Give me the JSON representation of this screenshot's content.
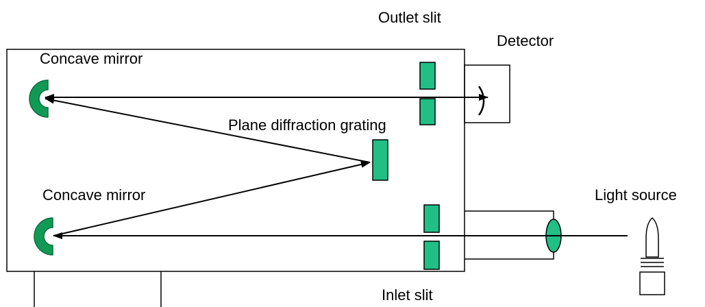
{
  "labels": {
    "outlet_slit": "Outlet slit",
    "detector": "Detector",
    "concave_mirror_top": "Concave mirror",
    "plane_grating": "Plane diffraction grating",
    "concave_mirror_bottom": "Concave mirror",
    "light_source": "Light source",
    "inlet_slit": "Inlet slit"
  },
  "colors": {
    "component_fill": "#1fbf86",
    "mirror_fill": "#119a55",
    "stroke": "#000000"
  }
}
